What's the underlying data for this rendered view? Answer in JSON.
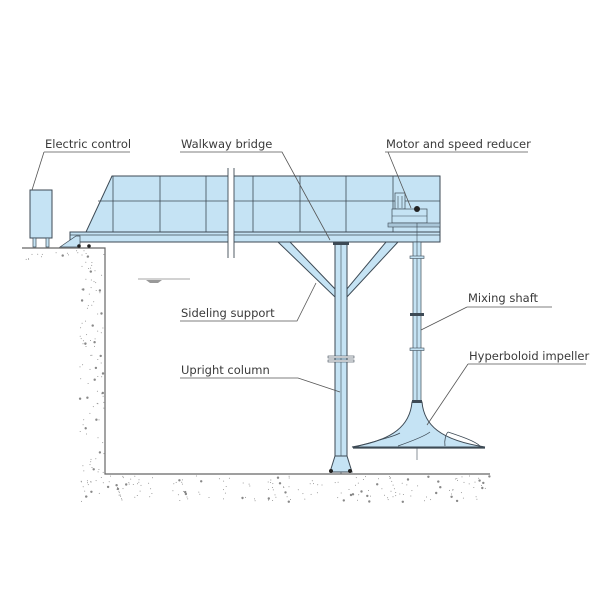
{
  "diagram": {
    "title": "Hyperboloid mixer installation",
    "colors": {
      "steel_fill": "#c5e3f4",
      "steel_stroke": "#3d4a55",
      "label_text": "#3a3a3a",
      "concrete_dots": "#777777"
    },
    "labels": {
      "electric_control": "Electric control",
      "walkway_bridge": "Walkway bridge",
      "motor_reducer": "Motor and speed reducer",
      "mixing_shaft": "Mixing shaft",
      "hyperboloid_impeller": "Hyperboloid impeller",
      "sideling_support": "Sideling support",
      "upright_column": "Upright column"
    },
    "components": [
      {
        "id": "electric-control",
        "icon": "control-cabinet"
      },
      {
        "id": "walkway-bridge",
        "icon": "bridge-railing"
      },
      {
        "id": "motor-reducer",
        "icon": "motor"
      },
      {
        "id": "mixing-shaft",
        "icon": "shaft"
      },
      {
        "id": "hyperboloid-impeller",
        "icon": "impeller"
      },
      {
        "id": "sideling-support",
        "icon": "brace"
      },
      {
        "id": "upright-column",
        "icon": "column"
      },
      {
        "id": "tank",
        "icon": "concrete-tank"
      },
      {
        "id": "water-level",
        "icon": "water-level-mark"
      }
    ]
  }
}
